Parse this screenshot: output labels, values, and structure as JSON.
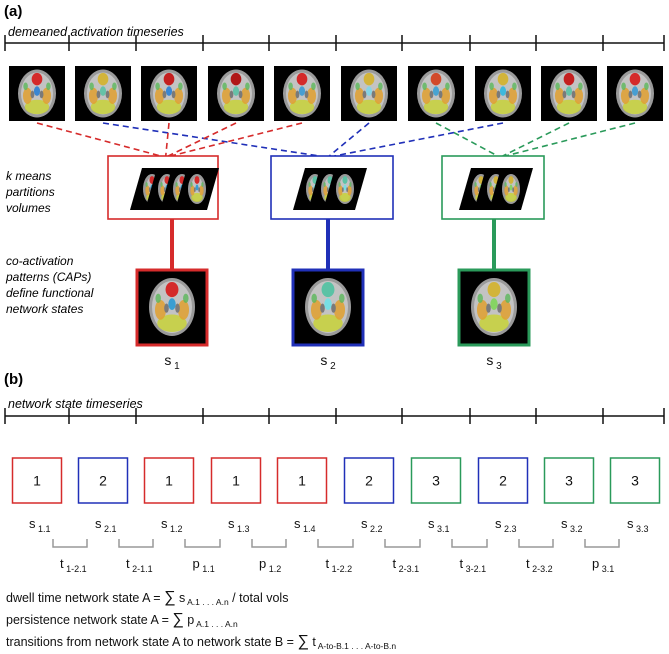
{
  "panel_a": {
    "label": "(a)",
    "timeseries_title": "demeaned activation timeseries",
    "frames": [
      {
        "hot": "#d42a2a",
        "cool": "#2a7fd4"
      },
      {
        "hot": "#d2b43a",
        "cool": "#5bc2a5"
      },
      {
        "hot": "#c41e1e",
        "cool": "#2a7fd4"
      },
      {
        "hot": "#b01818",
        "cool": "#5bc2a5"
      },
      {
        "hot": "#d42a2a",
        "cool": "#3a9ad4"
      },
      {
        "hot": "#d2b43a",
        "cool": "#7fd6ea"
      },
      {
        "hot": "#d24a2a",
        "cool": "#3aa0d4"
      },
      {
        "hot": "#d2b43a",
        "cool": "#2fb8e0"
      },
      {
        "hot": "#c41e1e",
        "cool": "#5bc2a5"
      },
      {
        "hot": "#d42a2a",
        "cool": "#3a9ad4"
      }
    ],
    "kmeans_label": [
      "k means",
      "partitions",
      "volumes"
    ],
    "caps_label": [
      "co-activation",
      "patterns (CAPs)",
      "define functional",
      "network states"
    ],
    "clusters": [
      {
        "color": "#d62b2b",
        "state": "s",
        "sub": "1",
        "cap_hot": "#d42a2a",
        "cap_cool": "#2a9ad4"
      },
      {
        "color": "#2030b8",
        "state": "s",
        "sub": "2",
        "cap_hot": "#5bc2a5",
        "cap_cool": "#6fe2e8"
      },
      {
        "color": "#2a9a5a",
        "state": "s",
        "sub": "3",
        "cap_hot": "#d2b43a",
        "cap_cool": "#7fd65a"
      }
    ],
    "assignments": [
      0,
      1,
      0,
      0,
      0,
      1,
      2,
      1,
      2,
      2
    ]
  },
  "panel_b": {
    "label": "(b)",
    "timeseries_title": "network state timeseries",
    "boxes": [
      {
        "value": "1",
        "cluster": 0,
        "s": "s",
        "s_sub": "1.1"
      },
      {
        "value": "2",
        "cluster": 1,
        "s": "s",
        "s_sub": "2.1"
      },
      {
        "value": "1",
        "cluster": 0,
        "s": "s",
        "s_sub": "1.2"
      },
      {
        "value": "1",
        "cluster": 0,
        "s": "s",
        "s_sub": "1.3"
      },
      {
        "value": "1",
        "cluster": 0,
        "s": "s",
        "s_sub": "1.4"
      },
      {
        "value": "2",
        "cluster": 1,
        "s": "s",
        "s_sub": "2.2"
      },
      {
        "value": "3",
        "cluster": 2,
        "s": "s",
        "s_sub": "3.1"
      },
      {
        "value": "2",
        "cluster": 1,
        "s": "s",
        "s_sub": "2.3"
      },
      {
        "value": "3",
        "cluster": 2,
        "s": "s",
        "s_sub": "3.2"
      },
      {
        "value": "3",
        "cluster": 2,
        "s": "s",
        "s_sub": "3.3"
      }
    ],
    "transitions": [
      {
        "sym": "t",
        "sub": "1-2.1"
      },
      {
        "sym": "t",
        "sub": "2-1.1"
      },
      {
        "sym": "p",
        "sub": "1.1"
      },
      {
        "sym": "p",
        "sub": "1.2"
      },
      {
        "sym": "t",
        "sub": "1-2.2"
      },
      {
        "sym": "t",
        "sub": "2-3.1"
      },
      {
        "sym": "t",
        "sub": "3-2.1"
      },
      {
        "sym": "t",
        "sub": "2-3.2"
      },
      {
        "sym": "p",
        "sub": "3.1"
      }
    ],
    "formulas": [
      {
        "lead": "dwell time network state A = ",
        "sigma": "∑",
        "var": " s",
        "sub": " A.1 . . . A.n",
        "tail": " / total vols"
      },
      {
        "lead": "persistence network state A = ",
        "sigma": "∑",
        "var": " p",
        "sub": " A.1 . . . A.n",
        "tail": ""
      },
      {
        "lead": "transitions from network state A to network state B = ",
        "sigma": "∑",
        "var": " t",
        "sub": " A-to-B.1 . . . A-to-B.n",
        "tail": ""
      }
    ]
  },
  "colors": {
    "axis": "#111111",
    "brain_gray": "#9a9a9a",
    "brain_white": "#e6e6e6",
    "connector_gray": "#999999"
  }
}
